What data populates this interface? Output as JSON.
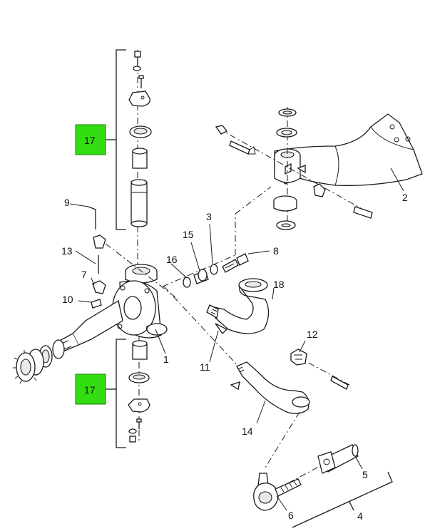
{
  "callouts": {
    "c1": "1",
    "c2": "2",
    "c3": "3",
    "c4": "4",
    "c5": "5",
    "c6": "6",
    "c7": "7",
    "c8": "8",
    "c9": "9",
    "c10": "10",
    "c11": "11",
    "c12": "12",
    "c13": "13",
    "c14": "14",
    "c15": "15",
    "c16": "16",
    "c18": "18"
  },
  "hotspots": {
    "kit_upper": "17",
    "kit_lower": "17"
  },
  "colors": {
    "hotspot_fill": "#33dd11",
    "line": "#1a1a1a",
    "background": "#ffffff"
  }
}
